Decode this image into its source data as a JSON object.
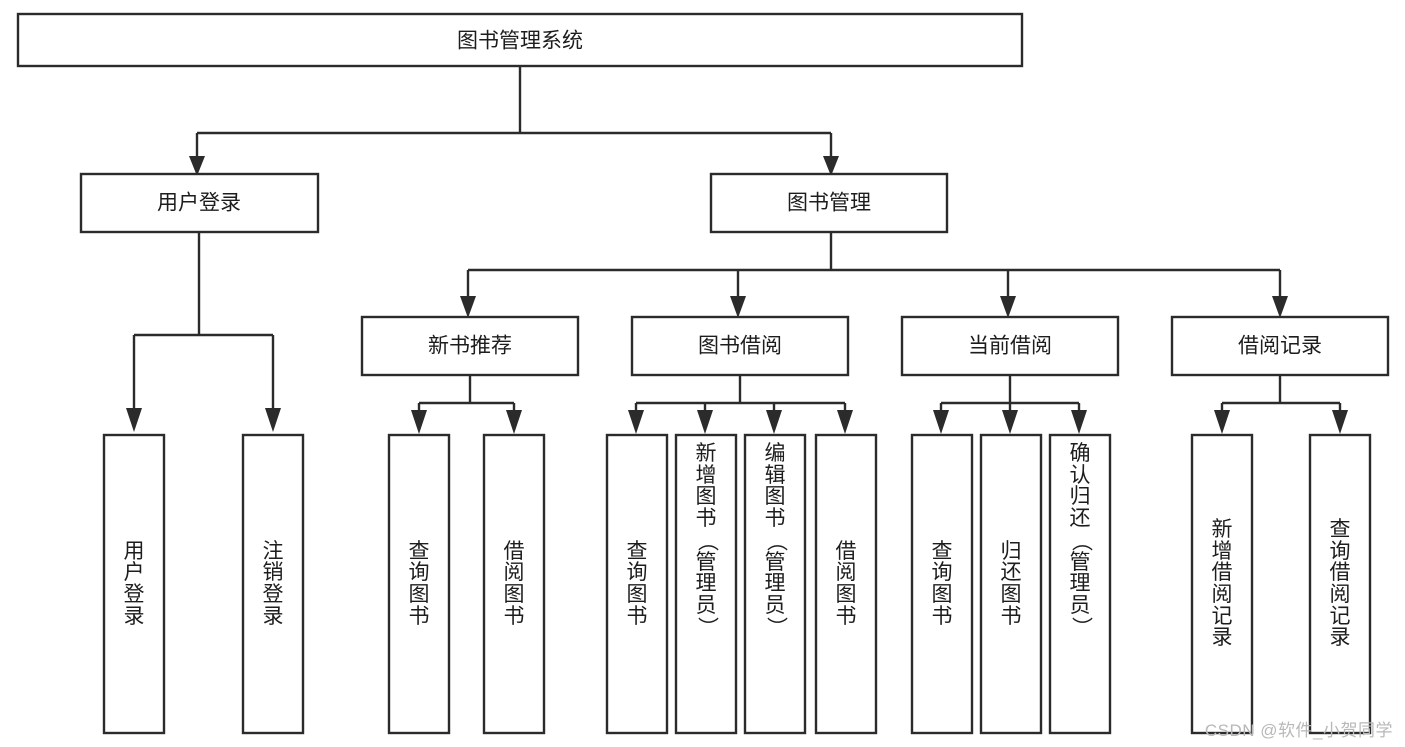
{
  "diagram": {
    "type": "tree-structure-chart",
    "title": "图书管理系统",
    "orientation": "top-down",
    "colors": {
      "box_stroke": "#2b2b2b",
      "box_fill": "#ffffff",
      "connector": "#2b2b2b",
      "text": "#1d1d1d",
      "watermark": "#b8b8b8"
    }
  },
  "root": {
    "label": "图书管理系统"
  },
  "level2": [
    {
      "label": "用户登录"
    },
    {
      "label": "图书管理"
    }
  ],
  "level3": [
    {
      "label": "新书推荐"
    },
    {
      "label": "图书借阅"
    },
    {
      "label": "当前借阅"
    },
    {
      "label": "借阅记录"
    }
  ],
  "leaves": {
    "user_login": [
      {
        "label": "用户登录"
      },
      {
        "label": "注销登录"
      }
    ],
    "new_book_recommend": [
      {
        "label": "查询图书"
      },
      {
        "label": "借阅图书"
      }
    ],
    "book_borrow": [
      {
        "label": "查询图书"
      },
      {
        "label": "新增图书（管理员）"
      },
      {
        "label": "编辑图书（管理员）"
      },
      {
        "label": "借阅图书"
      }
    ],
    "current_borrow": [
      {
        "label": "查询图书"
      },
      {
        "label": "归还图书"
      },
      {
        "label": "确认归还（管理员）"
      }
    ],
    "borrow_records": [
      {
        "label": "新增借阅记录"
      },
      {
        "label": "查询借阅记录"
      }
    ]
  },
  "watermark": {
    "text": "CSDN @软件_小贺同学"
  }
}
